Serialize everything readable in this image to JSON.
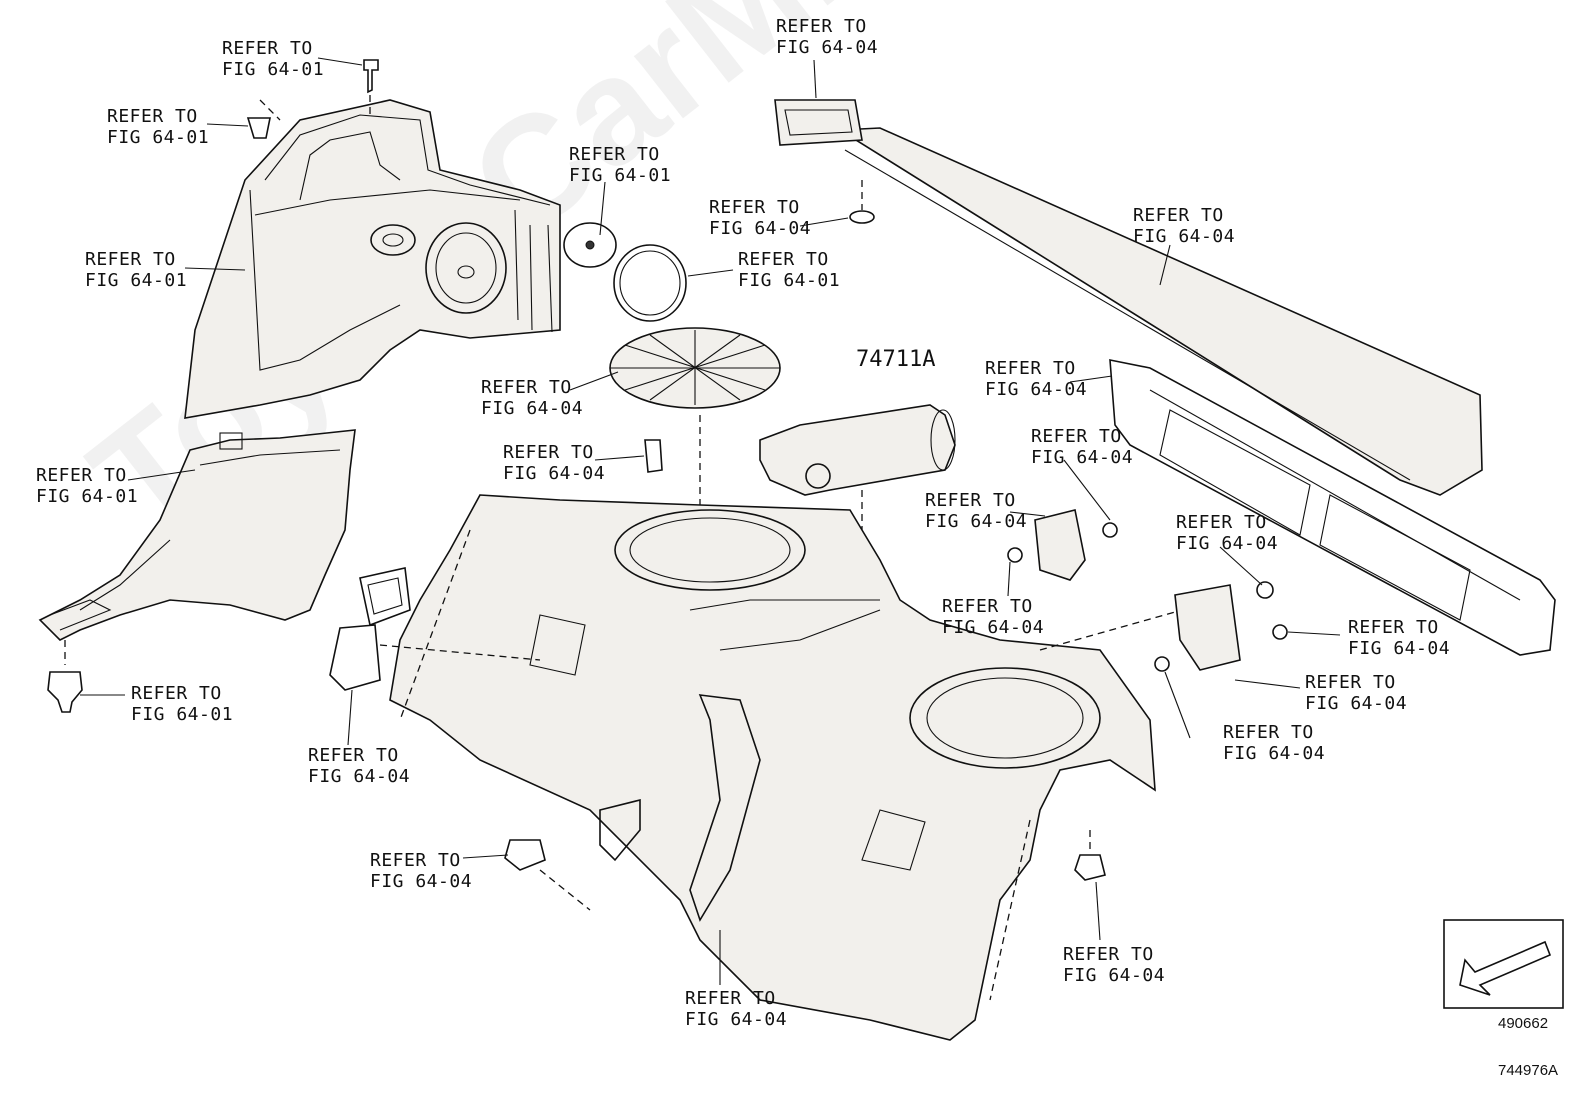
{
  "watermark": "ToyotaCarMine.ru",
  "refer_text": "REFER TO",
  "labels": [
    {
      "id": "l1",
      "line2": "FIG 64-01"
    },
    {
      "id": "l2",
      "line2": "FIG 64-01"
    },
    {
      "id": "l3",
      "line2": "FIG 64-01"
    },
    {
      "id": "l4",
      "line2": "FIG 64-01"
    },
    {
      "id": "l5",
      "line2": "FIG 64-01"
    },
    {
      "id": "l6",
      "line2": "FIG 64-01"
    },
    {
      "id": "l7",
      "line2": "FIG 64-01"
    },
    {
      "id": "l8",
      "line2": "FIG 64-04"
    },
    {
      "id": "l9",
      "line2": "FIG 64-04"
    },
    {
      "id": "l10",
      "line2": "FIG 64-04"
    },
    {
      "id": "l11",
      "line2": "FIG 64-04"
    },
    {
      "id": "l12",
      "line2": "FIG 64-04"
    },
    {
      "id": "l13",
      "line2": "FIG 64-04"
    },
    {
      "id": "l14",
      "line2": "FIG 64-04"
    },
    {
      "id": "l15",
      "line2": "FIG 64-04"
    },
    {
      "id": "l16",
      "line2": "FIG 64-04"
    },
    {
      "id": "l17",
      "line2": "FIG 64-04"
    },
    {
      "id": "l18",
      "line2": "FIG 64-04"
    },
    {
      "id": "l19",
      "line2": "FIG 64-04"
    },
    {
      "id": "l20",
      "line2": "FIG 64-04"
    },
    {
      "id": "l21",
      "line2": "FIG 64-04"
    },
    {
      "id": "l22",
      "line2": "FIG 64-04"
    },
    {
      "id": "l23",
      "line2": "FIG 64-04"
    },
    {
      "id": "l24",
      "line2": "FIG 64-04"
    }
  ],
  "part_number": "74711A",
  "direction_code": "490662",
  "drawing_code": "744976A"
}
